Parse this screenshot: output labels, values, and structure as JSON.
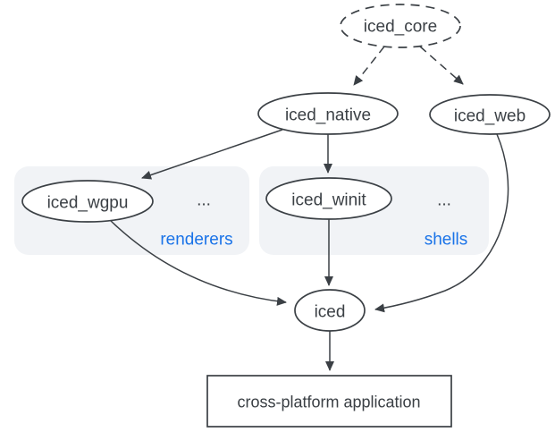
{
  "diagram": {
    "description": "iced crate ecosystem dependency diagram",
    "colors": {
      "background": "#ffffff",
      "line": "#3b4045",
      "text": "#3b4045",
      "group_fill": "#f1f3f6",
      "group_label": "#1a73e8",
      "node_fill": "#ffffff"
    },
    "nodes": {
      "iced_core": {
        "label": "iced_core",
        "shape": "ellipse",
        "border": "dashed"
      },
      "iced_native": {
        "label": "iced_native",
        "shape": "ellipse",
        "border": "solid"
      },
      "iced_web": {
        "label": "iced_web",
        "shape": "ellipse",
        "border": "solid"
      },
      "iced_wgpu": {
        "label": "iced_wgpu",
        "shape": "ellipse",
        "border": "solid",
        "group": "renderers"
      },
      "iced_winit": {
        "label": "iced_winit",
        "shape": "ellipse",
        "border": "solid",
        "group": "shells"
      },
      "iced": {
        "label": "iced",
        "shape": "ellipse",
        "border": "solid"
      },
      "application": {
        "label": "cross-platform application",
        "shape": "rectangle",
        "border": "solid"
      }
    },
    "groups": {
      "renderers": {
        "label": "renderers",
        "ellipsis": "..."
      },
      "shells": {
        "label": "shells",
        "ellipsis": "..."
      }
    },
    "edges": [
      {
        "from": "iced_core",
        "to": "iced_native",
        "style": "dashed"
      },
      {
        "from": "iced_core",
        "to": "iced_web",
        "style": "dashed"
      },
      {
        "from": "iced_native",
        "to": "iced_wgpu",
        "style": "solid"
      },
      {
        "from": "iced_native",
        "to": "iced_winit",
        "style": "solid"
      },
      {
        "from": "iced_winit",
        "to": "iced",
        "style": "solid"
      },
      {
        "from": "iced_wgpu",
        "to": "iced",
        "style": "solid"
      },
      {
        "from": "iced_web",
        "to": "iced",
        "style": "solid"
      },
      {
        "from": "iced",
        "to": "application",
        "style": "solid"
      }
    ]
  }
}
